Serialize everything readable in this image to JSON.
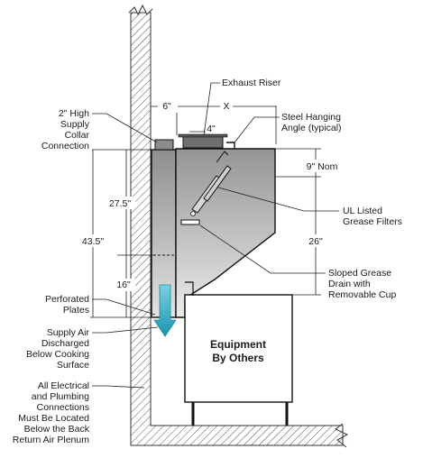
{
  "labels": {
    "exhaust_riser": "Exhaust Riser",
    "steel_hanging_1": "Steel Hanging",
    "steel_hanging_2": "Angle (typical)",
    "supply_collar_1": "2\" High",
    "supply_collar_2": "Supply",
    "supply_collar_3": "Collar",
    "supply_collar_4": "Connection",
    "ul_filters_1": "UL Listed",
    "ul_filters_2": "Grease Filters",
    "grease_drain_1": "Sloped Grease",
    "grease_drain_2": "Drain with",
    "grease_drain_3": "Removable Cup",
    "perforated_1": "Perforated",
    "perforated_2": "Plates",
    "supply_air_1": "Supply Air",
    "supply_air_2": "Discharged",
    "supply_air_3": "Below Cooking",
    "supply_air_4": "Surface",
    "electrical_1": "All Electrical",
    "electrical_2": "and Plumbing",
    "electrical_3": "Connections",
    "electrical_4": "Must Be Located",
    "electrical_5": "Below the Back",
    "electrical_6": "Return Air Plenum",
    "equipment_1": "Equipment",
    "equipment_2": "By Others"
  },
  "dimensions": {
    "six_in": "6\"",
    "x": "X",
    "four_in": "4\"",
    "nine_nom": "9\" Nom",
    "d27_5": "27.5\"",
    "d43_5": "43.5\"",
    "d16": "16\"",
    "d26": "26\""
  },
  "colors": {
    "hood_gradient_top": "#9a9a9a",
    "hood_gradient_bottom": "#e6e6e6",
    "airflow_arrow": "#22a3bd",
    "wall_hatch": "#555555"
  }
}
